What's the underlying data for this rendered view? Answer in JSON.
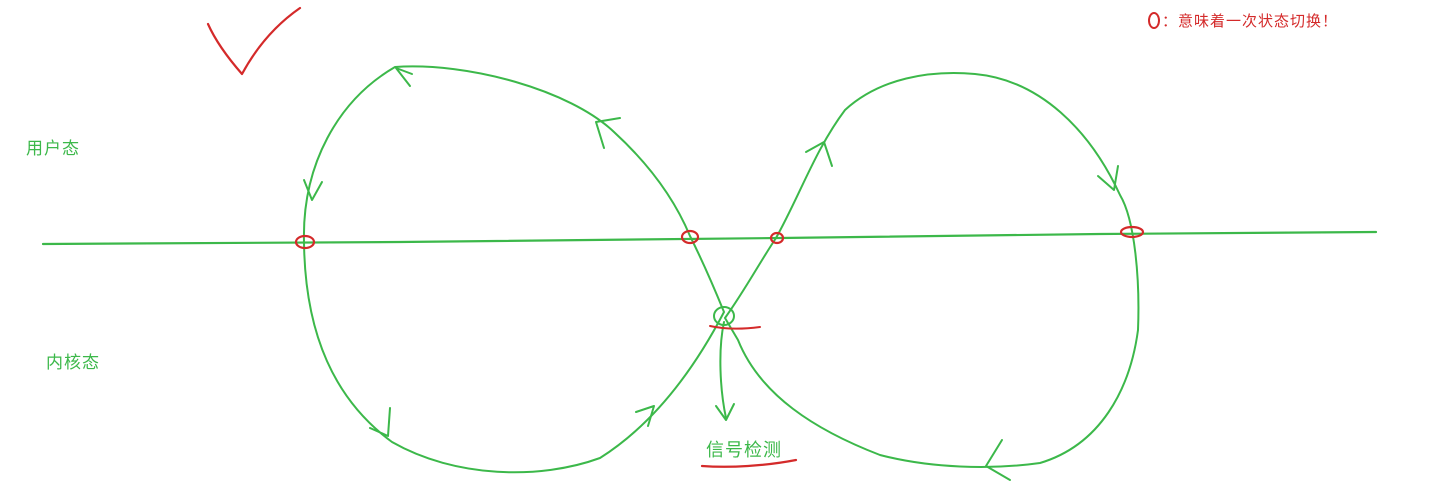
{
  "labels": {
    "user_mode": "用户态",
    "kernel_mode": "内核态",
    "signal_check": "信号检测"
  },
  "legend": {
    "text": "：意味着一次状态切换！"
  },
  "colors": {
    "green": "#3cb84a",
    "red": "#d42a2a"
  },
  "icons": {
    "check_mark": "check-mark-icon",
    "state_switch": "red-circle-icon"
  },
  "diagram": {
    "type": "infinity-loop",
    "state_switch_count": 4
  }
}
